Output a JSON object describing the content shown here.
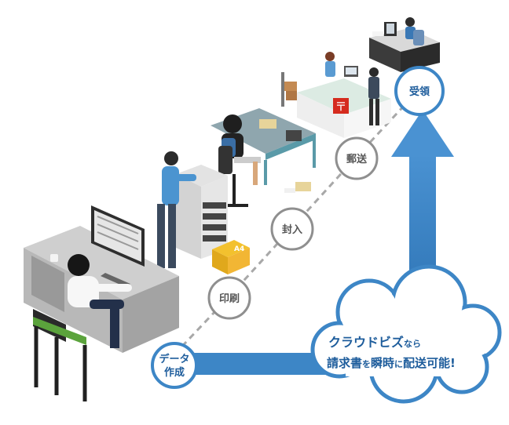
{
  "steps": {
    "data_creation": {
      "line1": "データ",
      "line2": "作成"
    },
    "printing": "印刷",
    "enclosing": "封入",
    "mailing": "郵送",
    "receipt": "受領"
  },
  "callout": {
    "line1_main": "クラウドビズ",
    "line1_small": "なら",
    "line2_a": "請求書",
    "line2_b": "を",
    "line2_c": "瞬時",
    "line2_d": "に",
    "line2_e": "配送可能",
    "line2_f": "!"
  },
  "labels": {
    "paper_stack": "A4",
    "post_mark": "〒"
  },
  "colors": {
    "flow_blue": "#3d86c6",
    "dark_blue": "#1e5d9c",
    "step_gray": "#8f8f8f",
    "path_gray": "#a8a8a8",
    "paper_yellow": "#f3c12e",
    "chair_green": "#5ba33c"
  }
}
